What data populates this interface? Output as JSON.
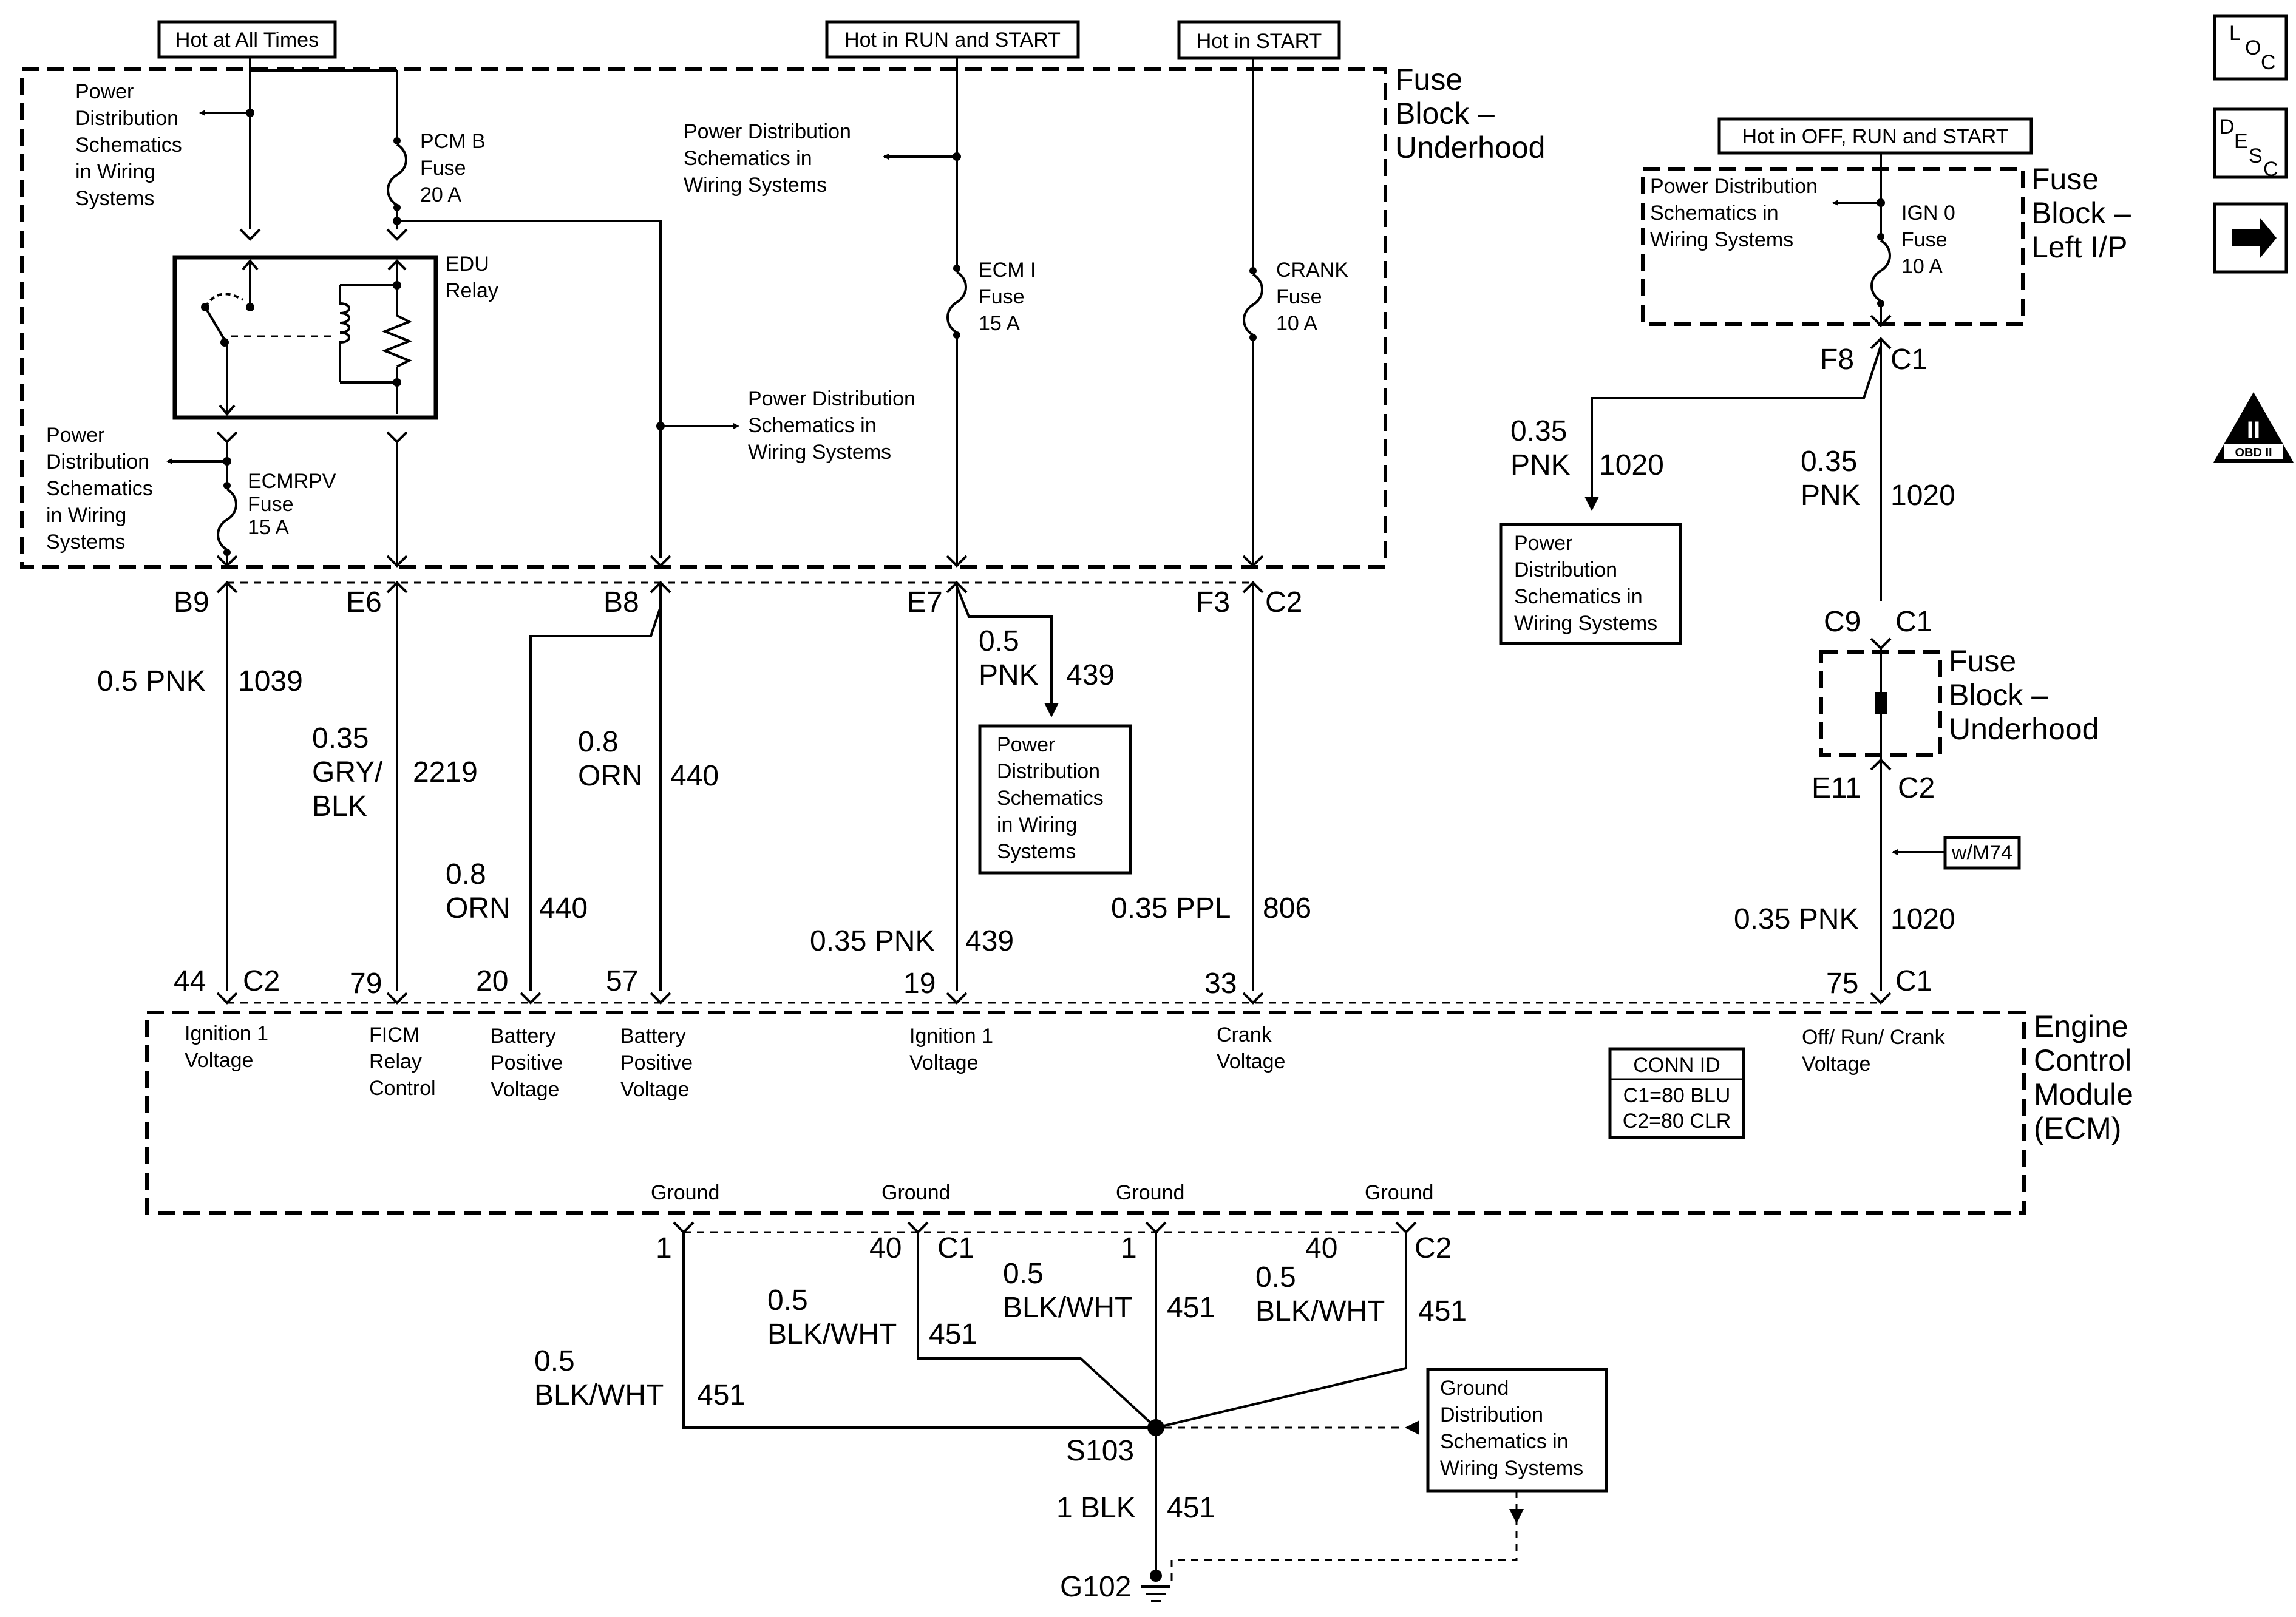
{
  "header_tags": {
    "hot_all_times": "Hot at All Times",
    "hot_run_start": "Hot in RUN and START",
    "hot_start": "Hot in START",
    "hot_off_run_start": "Hot in OFF, RUN and START",
    "w_m74": "w/M74"
  },
  "fuse_block_underhood": {
    "label": [
      "Fuse",
      "Block –",
      "Underhood"
    ]
  },
  "fuse_block_left_ip": {
    "label": [
      "Fuse",
      "Block –",
      "Left I/P"
    ]
  },
  "fuse_block_underhood_small": {
    "label": [
      "Fuse",
      "Block –",
      "Underhood"
    ]
  },
  "ecm": {
    "label": [
      "Engine",
      "Control",
      "Module",
      "(ECM)"
    ]
  },
  "fuses": {
    "pcm_b": [
      "PCM B",
      "Fuse",
      "20 A"
    ],
    "ecmrpv": [
      "ECMRPV",
      "Fuse",
      "15 A"
    ],
    "ecm_i": [
      "ECM I",
      "Fuse",
      "15 A"
    ],
    "crank": [
      "CRANK",
      "Fuse",
      "10 A"
    ],
    "ign0": [
      "IGN 0",
      "Fuse",
      "10 A"
    ]
  },
  "relay": {
    "label": [
      "EDU",
      "Relay"
    ]
  },
  "power_dist_refs": {
    "top_left": [
      "Power",
      "Distribution",
      "Schematics",
      "in Wiring",
      "Systems"
    ],
    "mid_left": [
      "Power",
      "Distribution",
      "Schematics",
      "in Wiring",
      "Systems"
    ],
    "center_top": [
      "Power Distribution",
      "Schematics in",
      "Wiring Systems"
    ],
    "center_mid": [
      "Power Distribution",
      "Schematics in",
      "Wiring Systems"
    ],
    "ip_fuse": [
      "Power Distribution",
      "Schematics in",
      "Wiring Systems"
    ],
    "box_e7": [
      "Power",
      "Distribution",
      "Schematics",
      "in Wiring",
      "Systems"
    ],
    "box_f8": [
      "Power",
      "Distribution",
      "Schematics in",
      "Wiring Systems"
    ]
  },
  "ground_ref": [
    "Ground",
    "Distribution",
    "Schematics in",
    "Wiring Systems"
  ],
  "conn_id": {
    "title": "CONN ID",
    "c1": "C1=80 BLU",
    "c2": "C2=80 CLR"
  },
  "connectors": {
    "b9": "B9",
    "e6": "E6",
    "b8": "B8",
    "e7": "E7",
    "f3": "F3",
    "c2_top": "C2",
    "f8": "F8",
    "c1_f8": "C1",
    "c9": "C9",
    "c1_c9": "C1",
    "e11": "E11",
    "c2_e11": "C2",
    "p44": "44",
    "c2_ecm": "C2",
    "p79": "79",
    "p20": "20",
    "p57": "57",
    "p19": "19",
    "p33": "33",
    "p75": "75",
    "c1_ecm": "C1",
    "g1a": "1",
    "g40a": "40",
    "c1_g": "C1",
    "g1b": "1",
    "g40b": "40",
    "c2_g": "C2"
  },
  "wires": {
    "w1039": {
      "size": "0.5 PNK",
      "circuit": "1039"
    },
    "w2219": {
      "size": [
        "0.35",
        "GRY/",
        "BLK"
      ],
      "circuit": "2219"
    },
    "w440a": {
      "size": [
        "0.8",
        "ORN"
      ],
      "circuit": "440"
    },
    "w440b": {
      "size": [
        "0.8",
        "ORN"
      ],
      "circuit": "440"
    },
    "w439a": {
      "size": [
        "0.5",
        "PNK"
      ],
      "circuit": "439"
    },
    "w439b": {
      "size": "0.35 PNK",
      "circuit": "439"
    },
    "w806": {
      "size": "0.35 PPL",
      "circuit": "806"
    },
    "w1020a": {
      "size": [
        "0.35",
        "PNK"
      ],
      "circuit": "1020"
    },
    "w1020b": {
      "size": [
        "0.35",
        "PNK"
      ],
      "circuit": "1020"
    },
    "w1020c": {
      "size": "0.35 PNK",
      "circuit": "1020"
    },
    "g451a": {
      "size": [
        "0.5",
        "BLK/WHT"
      ],
      "circuit": "451"
    },
    "g451b": {
      "size": [
        "0.5",
        "BLK/WHT"
      ],
      "circuit": "451"
    },
    "g451c": {
      "size": [
        "0.5",
        "BLK/WHT"
      ],
      "circuit": "451"
    },
    "g451d": {
      "size": [
        "0.5",
        "BLK/WHT"
      ],
      "circuit": "451"
    },
    "g451e": {
      "size": "1 BLK",
      "circuit": "451"
    }
  },
  "ecm_pins": {
    "p44": [
      "Ignition 1",
      "Voltage"
    ],
    "p79": [
      "FICM",
      "Relay",
      "Control"
    ],
    "p20": [
      "Battery",
      "Positive",
      "Voltage"
    ],
    "p57": [
      "Battery",
      "Positive",
      "Voltage"
    ],
    "p19": [
      "Ignition 1",
      "Voltage"
    ],
    "p33": [
      "Crank",
      "Voltage"
    ],
    "p75": [
      "Off/ Run/ Crank",
      "Voltage"
    ]
  },
  "grounds": [
    "Ground",
    "Ground",
    "Ground",
    "Ground"
  ],
  "splice": "S103",
  "ground_point": "G102",
  "side_buttons": {
    "loc": [
      "L",
      "O",
      "C"
    ],
    "desc": [
      "D",
      "E",
      "S",
      "C"
    ],
    "next_icon": "right-arrow-icon",
    "obd": {
      "numeral": "II",
      "text": "OBD II"
    }
  }
}
